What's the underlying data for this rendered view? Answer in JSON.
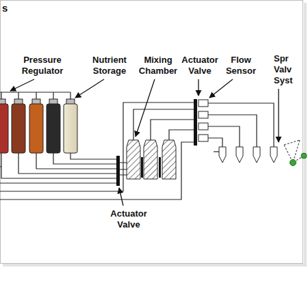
{
  "diagram": {
    "labels": [
      "s",
      "Pressure Regulator",
      "Nutrient Storage",
      "Mixing Chamber",
      "Actuator Valve",
      "Flow Sensor",
      "Spr Valv Syst",
      "Actuator Valve"
    ]
  }
}
